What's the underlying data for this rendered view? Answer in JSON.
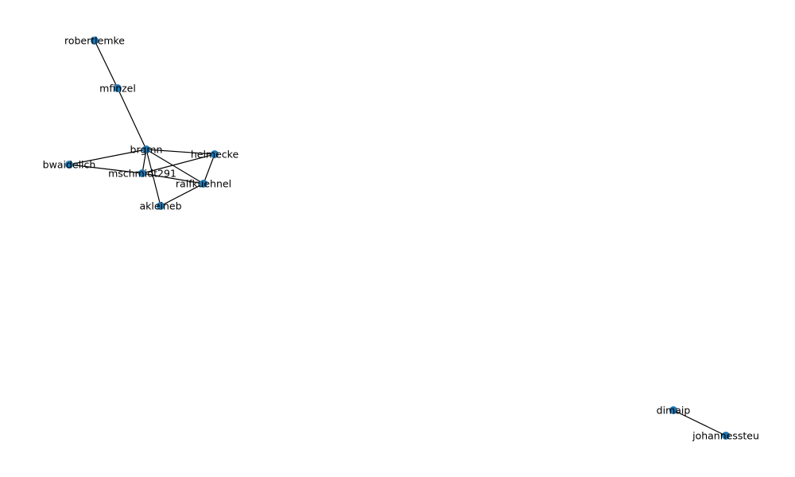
{
  "graph": {
    "node_color": "#1f77b4",
    "edge_color": "#000000",
    "nodes": [
      {
        "id": "robertlemke",
        "label": "robertlemke"
      },
      {
        "id": "mfinzel",
        "label": "mfinzel"
      },
      {
        "id": "brgmn",
        "label": "brgmn"
      },
      {
        "id": "helmecke",
        "label": "helmecke"
      },
      {
        "id": "bwaidelich",
        "label": "bwaidelich"
      },
      {
        "id": "mschmidt291",
        "label": "mschmidt291"
      },
      {
        "id": "ralfkuehnel",
        "label": "ralfkuehnel"
      },
      {
        "id": "akleineb",
        "label": "akleineb"
      },
      {
        "id": "dimaip",
        "label": "dimaip"
      },
      {
        "id": "johannessteu",
        "label": "johannessteu"
      }
    ],
    "edges": [
      [
        "robertlemke",
        "mfinzel"
      ],
      [
        "mfinzel",
        "brgmn"
      ],
      [
        "brgmn",
        "helmecke"
      ],
      [
        "brgmn",
        "bwaidelich"
      ],
      [
        "brgmn",
        "mschmidt291"
      ],
      [
        "brgmn",
        "ralfkuehnel"
      ],
      [
        "brgmn",
        "akleineb"
      ],
      [
        "bwaidelich",
        "mschmidt291"
      ],
      [
        "mschmidt291",
        "helmecke"
      ],
      [
        "mschmidt291",
        "ralfkuehnel"
      ],
      [
        "helmecke",
        "ralfkuehnel"
      ],
      [
        "ralfkuehnel",
        "akleineb"
      ],
      [
        "dimaip",
        "johannessteu"
      ]
    ]
  }
}
